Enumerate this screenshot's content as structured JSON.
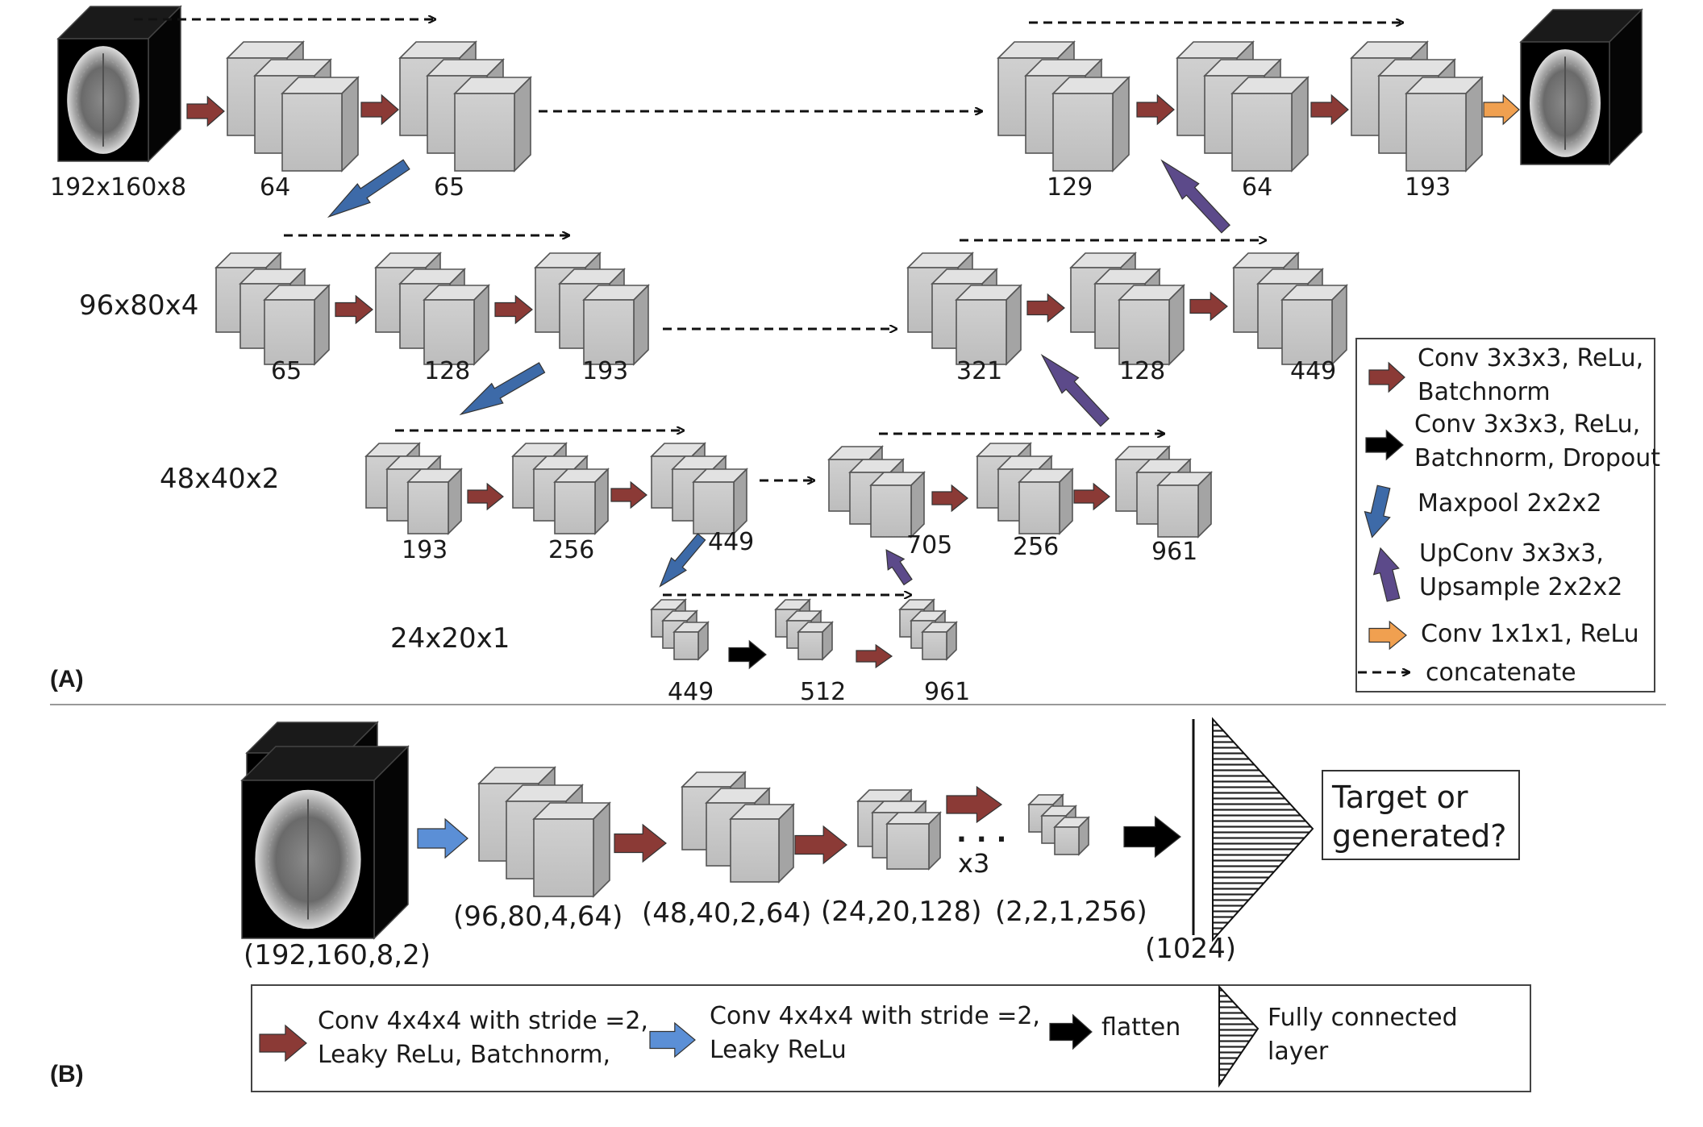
{
  "panel_a": {
    "label": "(A)",
    "level_labels": {
      "input_dims": "192x160x8",
      "level2": "96x80x4",
      "level3": "48x40x2",
      "level4": "24x20x1"
    },
    "block_channels": {
      "enc1a": "64",
      "enc1b": "65",
      "dec1a": "129",
      "dec1b": "64",
      "dec1c": "193",
      "enc2a": "65",
      "enc2b": "128",
      "enc2c": "193",
      "dec2a": "321",
      "dec2b": "128",
      "dec2c": "449",
      "enc3a": "193",
      "enc3b": "256",
      "enc3c": "449",
      "dec3a": "705",
      "dec3b": "256",
      "dec3c": "961",
      "bot_a": "449",
      "bot_b": "512",
      "bot_c": "961"
    },
    "legend": [
      {
        "name": "conv-relu-batchnorm",
        "icon": "red-arrow-icon",
        "color": "#8b3a36",
        "lines": [
          "Conv 3x3x3, ReLu,",
          "Batchnorm"
        ]
      },
      {
        "name": "conv-relu-batchnorm-dropout",
        "icon": "black-arrow-icon",
        "color": "#000000",
        "lines": [
          "Conv 3x3x3, ReLu,",
          "Batchnorm, Dropout"
        ]
      },
      {
        "name": "maxpool",
        "icon": "blue-arrow-icon",
        "color": "#3d6aa8",
        "lines": [
          "Maxpool 2x2x2"
        ]
      },
      {
        "name": "upconv",
        "icon": "purple-arrow-icon",
        "color": "#5c4a8a",
        "lines": [
          "UpConv 3x3x3,",
          "Upsample 2x2x2"
        ]
      },
      {
        "name": "conv1x1",
        "icon": "orange-arrow-icon",
        "color": "#f0a050",
        "lines": [
          "Conv 1x1x1, ReLu"
        ]
      },
      {
        "name": "concatenate",
        "icon": "dashed-arrow-icon",
        "color": "#000000",
        "lines": [
          "concatenate"
        ]
      }
    ]
  },
  "panel_b": {
    "label": "(B)",
    "shapes": {
      "input": "(192,160,8,2)",
      "l1": "(96,80,4,64)",
      "l2": "(48,40,2,64)",
      "l3": "(24,20,128)",
      "l4": "(2,2,1,256)",
      "fc": "(1024)"
    },
    "repeat_dots": ". . .",
    "repeat_label": "x3",
    "output_box": [
      "Target or",
      "generated?"
    ],
    "legend": [
      {
        "name": "conv4-leaky-batchnorm",
        "icon": "red-arrow-icon",
        "color": "#8b3a36",
        "lines": [
          "Conv 4x4x4 with stride =2,",
          "Leaky ReLu,  Batchnorm,"
        ]
      },
      {
        "name": "conv4-leaky",
        "icon": "light-blue-arrow-icon",
        "color": "#5b8fd6",
        "lines": [
          "Conv 4x4x4 with stride =2,",
          "Leaky ReLu"
        ]
      },
      {
        "name": "flatten",
        "icon": "black-arrow-icon",
        "color": "#000000",
        "lines": [
          "flatten"
        ]
      },
      {
        "name": "fully-connected",
        "icon": "hatched-triangle-icon",
        "color": "#000000",
        "lines": [
          "Fully connected",
          "layer"
        ]
      }
    ]
  }
}
